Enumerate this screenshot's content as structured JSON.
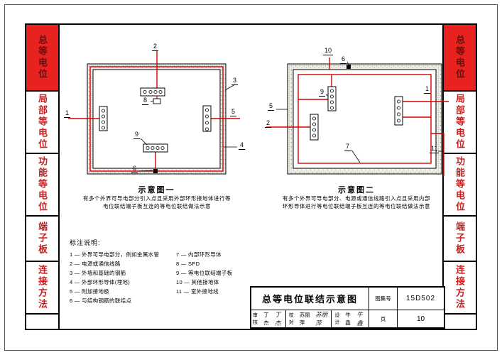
{
  "sidebar": {
    "tabs": [
      {
        "label": "总等电位"
      },
      {
        "label": "局部等电位"
      },
      {
        "label": "功能等电位"
      },
      {
        "label": "端子板"
      },
      {
        "label": "连接方法"
      }
    ]
  },
  "diagrams": [
    {
      "title": "示意图一",
      "caption_line1": "有多个外界可导电部分引入点且采用外部环形接地体进行等",
      "caption_line2": "电位联结端子板互连的等电位联结做法示意",
      "callouts": [
        "1",
        "2",
        "3",
        "4",
        "5",
        "6",
        "8",
        "9"
      ]
    },
    {
      "title": "示意图二",
      "caption_line1": "有多个外界可导电部分、电源或通信线路引入点且采用内部",
      "caption_line2": "环形导体进行等电位联结端子板互连的等电位联结做法示意",
      "callouts": [
        "1",
        "2",
        "5",
        "6",
        "7",
        "9",
        "10",
        "11"
      ]
    }
  ],
  "legend": {
    "title": "标注说明:",
    "items": [
      "1 — 外界可导电部分，例如金属水管",
      "2 — 电源或通信线路",
      "3 — 外墙和基础的钢筋",
      "4 — 外部环形导体(埋地)",
      "5 — 附加接地极",
      "6 — 与结构钢筋的联结点",
      "7 — 内部环形导体",
      "8 — SPD",
      "9 — 等电位联结端子板",
      "10 — 其他接地体",
      "11 — 室外接地线"
    ]
  },
  "titleblock": {
    "title": "总等电位联结示意图",
    "atlas_label": "图集号",
    "atlas_no": "15D502",
    "page_label": "页",
    "page_no": "10",
    "review_label": "审核",
    "reviewer": "丁杰",
    "reviewer_sig": "丁杰",
    "check_label": "校对",
    "checker": "苏丽萍",
    "checker_sig": "苏丽萍",
    "design_label": "设计",
    "designer": "牛鑫",
    "designer_sig": "牛鑫"
  },
  "colors": {
    "accent_red": "#d40000",
    "tab_red": "#e8231f"
  }
}
